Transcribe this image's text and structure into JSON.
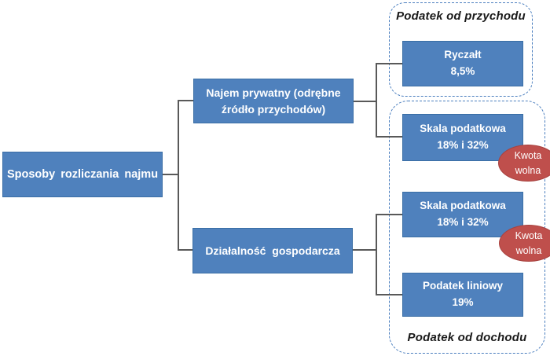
{
  "diagram": {
    "root": {
      "label": "Sposoby rozliczania najmu"
    },
    "branches": [
      {
        "label": "Najem prywatny (odrębne źródło przychodów)"
      },
      {
        "label": "Działalność gospodarcza"
      }
    ],
    "groups": [
      {
        "label": "Podatek od przychodu"
      },
      {
        "label": "Podatek od dochodu"
      }
    ],
    "leaves": [
      {
        "title": "Ryczałt",
        "rate": "8,5%"
      },
      {
        "title": "Skala podatkowa",
        "rate": "18% i 32%"
      },
      {
        "title": "Skala podatkowa",
        "rate": "18% i 32%"
      },
      {
        "title": "Podatek liniowy",
        "rate": "19%"
      }
    ],
    "badges": [
      {
        "label": "Kwota wolna"
      },
      {
        "label": "Kwota wolna"
      }
    ],
    "colors": {
      "node_fill": "#4F81BD",
      "node_border": "#3A6EA5",
      "node_text": "#FFFFFF",
      "badge_fill": "#BF4F4C",
      "badge_border": "#A8423F",
      "group_border": "#4A7EBE",
      "connector": "#595959",
      "label_text": "#1A1A1A"
    }
  }
}
